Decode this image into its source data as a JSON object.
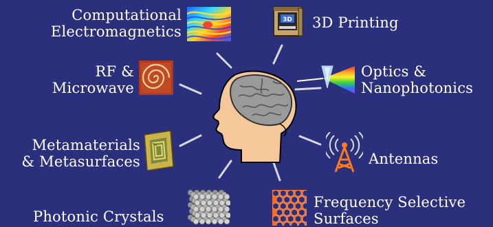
{
  "topics": {
    "computational_em": {
      "line1": "Computational",
      "line2": "Electromagnetics"
    },
    "printing_3d": {
      "label": "3D Printing"
    },
    "rf_microwave": {
      "line1": "RF &",
      "line2": "Microwave"
    },
    "optics": {
      "line1": "Optics &",
      "line2": "Nanophotonics"
    },
    "metamaterials": {
      "line1": "Metamaterials",
      "line2": "& Metasurfaces"
    },
    "antennas": {
      "label": "Antennas"
    },
    "photonic_crystals": {
      "label": "Photonic Crystals"
    },
    "fss": {
      "line1": "Frequency Selective",
      "line2": "Surfaces"
    }
  },
  "colors": {
    "background": "#2b307d",
    "text": "#ffffff",
    "spoke": "#d9d9d9",
    "head_skin": "#f6c79a",
    "brain": "#9a9a9a",
    "antenna": "#ff7a1a",
    "fss": "#ff6a1a"
  },
  "icons": [
    "field-plot-icon",
    "3d-printer-icon",
    "spiral-inductor-icon",
    "prism-icon",
    "metasurface-tile-icon",
    "antenna-tower-icon",
    "crystal-lattice-icon",
    "hexagon-grid-icon",
    "head-brain-icon"
  ]
}
